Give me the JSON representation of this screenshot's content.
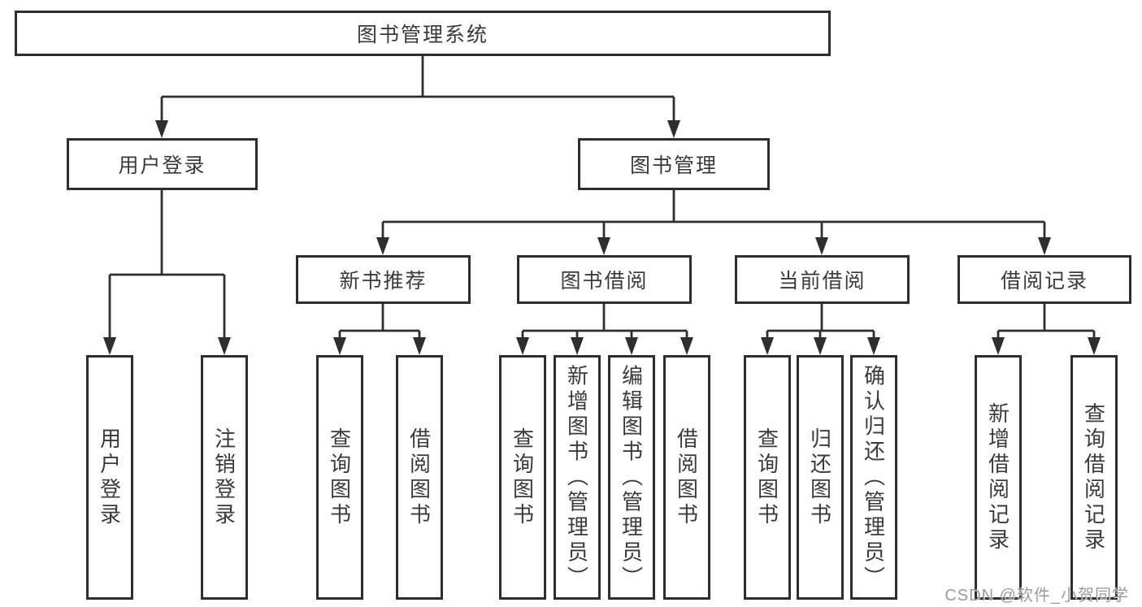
{
  "palette": {
    "line": "#2e2e2e",
    "text": "#3a3a3a",
    "box_background": "#ffffff",
    "watermark": "#9b9b9b"
  },
  "tree": {
    "label": "图书管理系统",
    "children": [
      {
        "label": "用户登录",
        "children": [
          {
            "label": "用户登录"
          },
          {
            "label": "注销登录"
          }
        ]
      },
      {
        "label": "图书管理",
        "children": [
          {
            "label": "新书推荐",
            "children": [
              {
                "label": "查询图书"
              },
              {
                "label": "借阅图书"
              }
            ]
          },
          {
            "label": "图书借阅",
            "children": [
              {
                "label": "查询图书"
              },
              {
                "label": "新增图书（管理员）"
              },
              {
                "label": "编辑图书（管理员）"
              },
              {
                "label": "借阅图书"
              }
            ]
          },
          {
            "label": "当前借阅",
            "children": [
              {
                "label": "查询图书"
              },
              {
                "label": "归还图书"
              },
              {
                "label": "确认归还（管理员）"
              }
            ]
          },
          {
            "label": "借阅记录",
            "children": [
              {
                "label": "新增借阅记录"
              },
              {
                "label": "查询借阅记录"
              }
            ]
          }
        ]
      }
    ]
  },
  "watermark": {
    "text": "CSDN @软件_小贺同学"
  }
}
